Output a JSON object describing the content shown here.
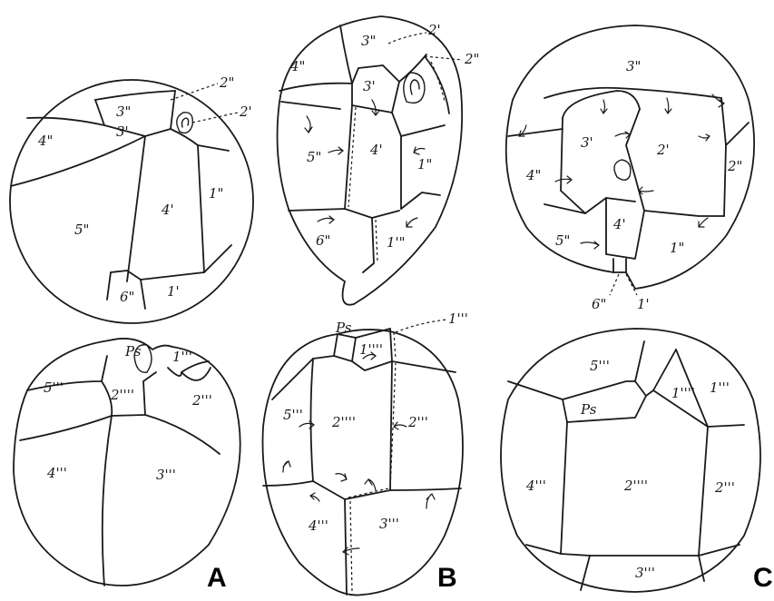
{
  "panels": [
    {
      "letter": "A",
      "top": {
        "p3pp": "3\"",
        "p2pp": "2\"",
        "p3p": "3'",
        "p2p": "2'",
        "p4pp": "4\"",
        "p5pp": "5\"",
        "p4p": "4'",
        "p1pp": "1\"",
        "p6pp": "6\"",
        "p1p": "1'"
      },
      "bottom": {
        "ps": "Ps",
        "p1ppp": "1'''",
        "p5ppp": "5'''",
        "p2pppp": "2''''",
        "p2ppp": "2'''",
        "p4ppp": "4'''",
        "p3ppp": "3'''"
      }
    },
    {
      "letter": "B",
      "top": {
        "p3pp": "3\"",
        "p2p": "2'",
        "p2pp": "2\"",
        "p4pp": "4\"",
        "p3p": "3'",
        "p5pp": "5\"",
        "p4p": "4'",
        "p1pp": "1\"",
        "p6pp": "6\"",
        "p1p": "1'\""
      },
      "bottom": {
        "ps": "Ps",
        "p1ppp": "1'''",
        "p1pppp": "1''''",
        "p5ppp": "5'''",
        "p2pppp": "2''''",
        "p2ppp": "2'''",
        "p4ppp": "4'''",
        "p3ppp": "3'''"
      }
    },
    {
      "letter": "C",
      "top": {
        "p3pp": "3\"",
        "p3p": "3'",
        "p2p": "2'",
        "p2pp": "2\"",
        "p4pp": "4\"",
        "p5pp": "5\"",
        "p4p": "4'",
        "p1pp": "1\"",
        "p6pp": "6\"",
        "p1p": "1'"
      },
      "bottom": {
        "p5ppp": "5'''",
        "ps": "Ps",
        "p1pppp": "1''''",
        "p1ppp": "1'''",
        "p4ppp": "4'''",
        "p2pppp": "2''''",
        "p2ppp": "2'''",
        "p3ppp": "3'''"
      }
    }
  ]
}
